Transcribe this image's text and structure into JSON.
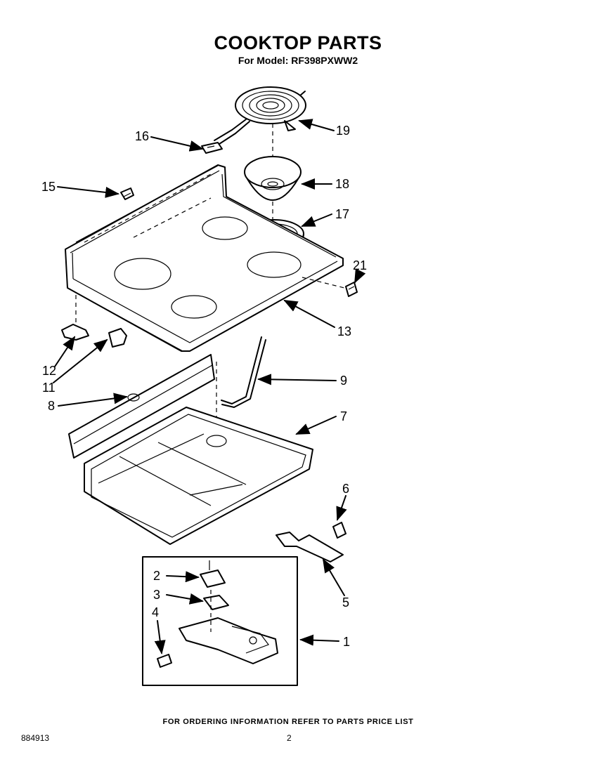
{
  "header": {
    "title": "COOKTOP PARTS",
    "model_line": "For Model: RF398PXWW2"
  },
  "callouts": {
    "c1": "1",
    "c2": "2",
    "c3": "3",
    "c4": "4",
    "c5": "5",
    "c6": "6",
    "c7": "7",
    "c8": "8",
    "c9": "9",
    "c11": "11",
    "c12": "12",
    "c13": "13",
    "c15": "15",
    "c16": "16",
    "c17": "17",
    "c18": "18",
    "c19": "19",
    "c21": "21"
  },
  "footer": {
    "note": "FOR ORDERING INFORMATION REFER TO PARTS PRICE LIST",
    "doc_number": "884913",
    "page": "2"
  }
}
